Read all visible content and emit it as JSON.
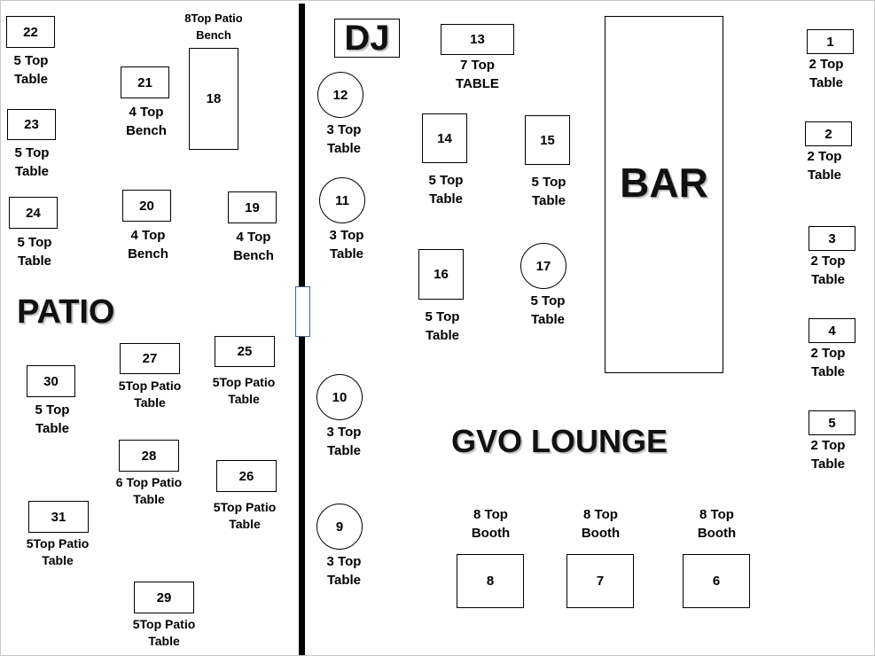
{
  "areas": {
    "patio": "PATIO",
    "lounge": "GVO LOUNGE",
    "dj": "DJ",
    "bar": "BAR"
  },
  "tables": {
    "t1": {
      "number": "1",
      "label": "2 Top\nTable"
    },
    "t2": {
      "number": "2",
      "label": "2 Top\nTable"
    },
    "t3": {
      "number": "3",
      "label": "2 Top\nTable"
    },
    "t4": {
      "number": "4",
      "label": "2 Top\nTable"
    },
    "t5": {
      "number": "5",
      "label": "2 Top\nTable"
    },
    "t6": {
      "number": "6",
      "label": "8 Top\nBooth"
    },
    "t7": {
      "number": "7",
      "label": "8 Top\nBooth"
    },
    "t8": {
      "number": "8",
      "label": "8 Top\nBooth"
    },
    "t9": {
      "number": "9",
      "label": "3 Top\nTable"
    },
    "t10": {
      "number": "10",
      "label": "3 Top\nTable"
    },
    "t11": {
      "number": "11",
      "label": "3 Top\nTable"
    },
    "t12": {
      "number": "12",
      "label": "3 Top\nTable"
    },
    "t13": {
      "number": "13",
      "label": "7 Top\nTABLE"
    },
    "t14": {
      "number": "14",
      "label": "5 Top\nTable"
    },
    "t15": {
      "number": "15",
      "label": "5 Top\nTable"
    },
    "t16": {
      "number": "16",
      "label": "5 Top\nTable"
    },
    "t17": {
      "number": "17",
      "label": "5 Top\nTable"
    },
    "t18": {
      "number": "18",
      "label": "8Top Patio\nBench"
    },
    "t19": {
      "number": "19",
      "label": "4 Top\nBench"
    },
    "t20": {
      "number": "20",
      "label": "4 Top\nBench"
    },
    "t21": {
      "number": "21",
      "label": "4 Top\nBench"
    },
    "t22": {
      "number": "22",
      "label": "5 Top\nTable"
    },
    "t23": {
      "number": "23",
      "label": "5 Top\nTable"
    },
    "t24": {
      "number": "24",
      "label": "5 Top\nTable"
    },
    "t25": {
      "number": "25",
      "label": "5Top Patio\nTable"
    },
    "t26": {
      "number": "26",
      "label": "5Top Patio\nTable"
    },
    "t27": {
      "number": "27",
      "label": "5Top Patio\nTable"
    },
    "t28": {
      "number": "28",
      "label": "6 Top Patio\nTable"
    },
    "t29": {
      "number": "29",
      "label": "5Top Patio\nTable"
    },
    "t30": {
      "number": "30",
      "label": "5 Top\nTable"
    },
    "t31": {
      "number": "31",
      "label": "5Top Patio\nTable"
    }
  }
}
